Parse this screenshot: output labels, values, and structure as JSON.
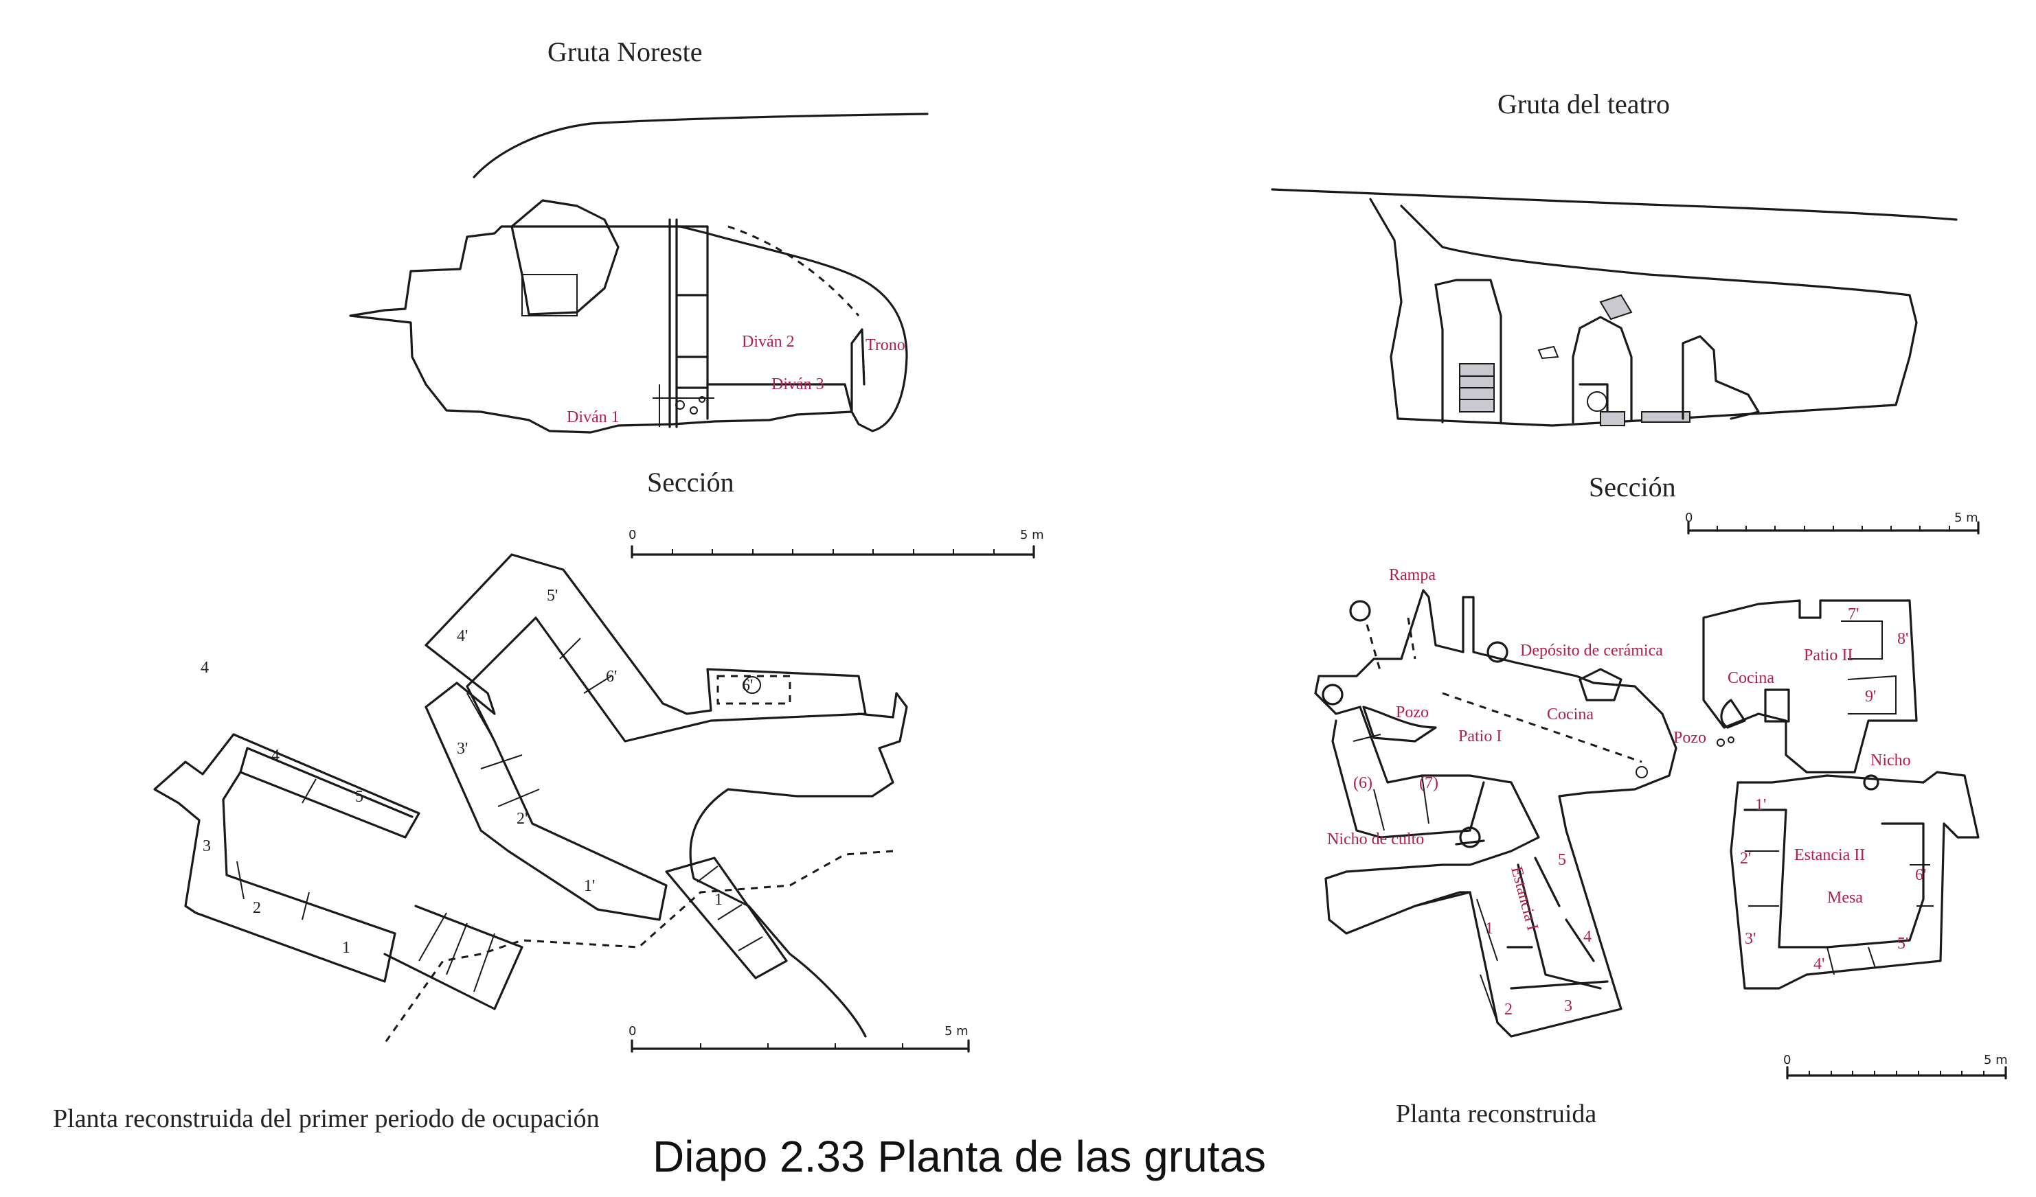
{
  "slide_title": "Diapo 2.33 Planta de las grutas",
  "left": {
    "heading": "Gruta Noreste",
    "section_caption": "Sección",
    "plan_caption": "Planta reconstruida del primer periodo de ocupación",
    "section_labels": [
      "Diván 2",
      "Trono",
      "Diván 3",
      "Diván 1"
    ],
    "plan_labels": [
      "4",
      "4",
      "5",
      "3",
      "2",
      "1",
      "4'",
      "5'",
      "6'",
      "3'",
      "2'",
      "1'",
      "1",
      "6'"
    ],
    "scale": {
      "start": "0",
      "end": "5 m"
    }
  },
  "right": {
    "heading": "Gruta del teatro",
    "section_caption": "Sección",
    "plan_caption": "Planta reconstruida",
    "plan_labels": [
      "Rampa",
      "Depósito de cerámica",
      "Pozo",
      "Cocina",
      "Patio I",
      "(6)",
      "(7)",
      "Nicho de culto",
      "Estancia I",
      "5",
      "4",
      "3",
      "2",
      "1",
      "Cocina",
      "Patio II",
      "7'",
      "8'",
      "9'",
      "Pozo",
      "Nicho",
      "1'",
      "2'",
      "3'",
      "Estancia II",
      "Mesa",
      "6'",
      "4'",
      "5'"
    ],
    "scale": {
      "start": "0",
      "end": "5 m"
    }
  },
  "colors": {
    "ink": "#1a1a1a",
    "label_red": "#b0204a",
    "shading": "#c9c9cf"
  }
}
